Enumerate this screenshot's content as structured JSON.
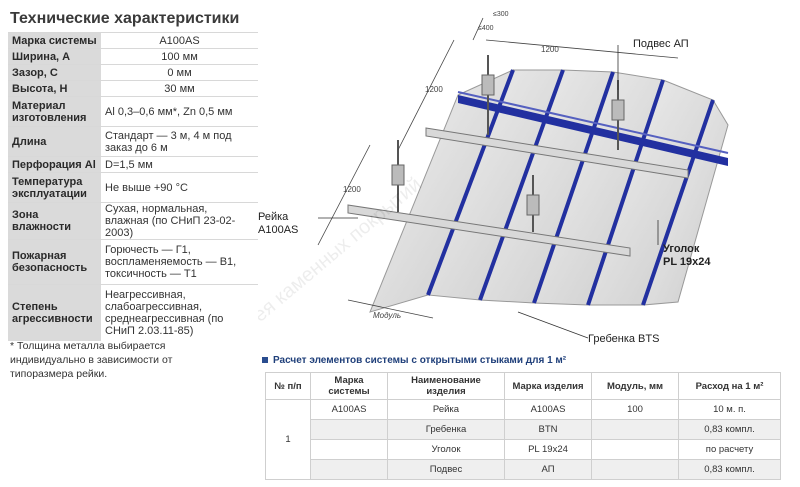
{
  "title": "Технические характеристики",
  "specs": [
    {
      "k": "Марка системы",
      "v": "A100AS"
    },
    {
      "k": "Ширина, А",
      "v": "100 мм"
    },
    {
      "k": "Зазор, С",
      "v": "0 мм"
    },
    {
      "k": "Высота, Н",
      "v": "30 мм"
    },
    {
      "k": "Материал изготовления",
      "v": "Al 0,3–0,6 мм*, Zn 0,5 мм"
    },
    {
      "k": "Длина",
      "v": "Стандарт — 3 м, 4 м под заказ до 6 м"
    },
    {
      "k": "Перфорация Al",
      "v": "D=1,5 мм"
    },
    {
      "k": "Температура эксплуатации",
      "v": "Не выше +90 °С"
    },
    {
      "k": "Зона влажности",
      "v": "Сухая, нормальная, влажная (по СНиП 23-02-2003)"
    },
    {
      "k": "Пожарная безопасность",
      "v": "Горючесть — Г1, воспламеняемость — В1, токсичность — Т1"
    },
    {
      "k": "Степень агрессивности",
      "v": "Неагрессивная, слабоагрессивная, среднеагрессивная (по СНиП 2.03.11-85)"
    }
  ],
  "footnote": "* Толщина металла выбирается индивидуально в зависимости от типоразмера рейки.",
  "diagram": {
    "labels": {
      "podves": "Подвес АП",
      "reika": "Рейка",
      "reika_mark": "A100AS",
      "ugolok": "Уголок",
      "ugolok_size": "PL 19х24",
      "grebenka": "Гребенка BTS",
      "modul": "Модуль",
      "watermark": "Галерея каменных покрытий"
    },
    "dims": {
      "d400": "≤400",
      "d300": "≤300",
      "d1200a": "1200",
      "d1200b": "1200",
      "d1200c": "1200"
    }
  },
  "calc": {
    "title": "Расчет элементов системы с открытыми стыками для 1 м²",
    "headers": [
      "№ п/п",
      "Марка системы",
      "Наименование изделия",
      "Марка изделия",
      "Модуль, мм",
      "Расход на 1 м²"
    ],
    "rows": [
      [
        "1",
        "A100AS",
        "Рейка",
        "A100AS",
        "100",
        "10 м. п."
      ],
      [
        "",
        "",
        "Гребенка",
        "BTN",
        "",
        "0,83 компл."
      ],
      [
        "",
        "",
        "Уголок",
        "PL 19х24",
        "",
        "по расчету"
      ],
      [
        "",
        "",
        "Подвес",
        "АП",
        "",
        "0,83 компл."
      ]
    ]
  },
  "colors": {
    "profile_blue": "#2230a0",
    "label_header": "#dadada",
    "accent_title": "#1f3f7a"
  }
}
